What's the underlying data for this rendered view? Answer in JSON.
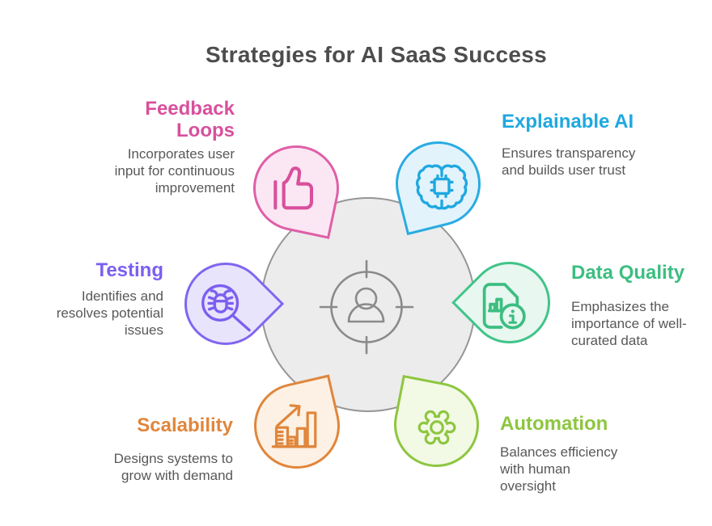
{
  "title": "Strategies for AI SaaS Success",
  "center": {
    "icon": "user-target-icon",
    "circle_fill": "#ececec",
    "circle_border": "#969696",
    "icon_color": "#8a8a8a"
  },
  "nodes": [
    {
      "id": "feedback-loops",
      "label": "Feedback\nLoops",
      "description": "Incorporates user\ninput for continuous\nimprovement",
      "icon": "thumbs-up-icon",
      "accent": "#d8509d",
      "border": "#e05fa7",
      "fill": "#fbe7f3",
      "position": "top-left"
    },
    {
      "id": "explainable-ai",
      "label": "Explainable AI",
      "description": "Ensures transparency\nand builds user trust",
      "icon": "brain-chip-icon",
      "accent": "#1fa8e0",
      "border": "#29abe2",
      "fill": "#e2f3fb",
      "position": "top-right"
    },
    {
      "id": "testing",
      "label": "Testing",
      "description": "Identifies and\nresolves potential\nissues",
      "icon": "bug-search-icon",
      "accent": "#7c5ff0",
      "border": "#8165f1",
      "fill": "#e8e4fc",
      "position": "middle-left"
    },
    {
      "id": "data-quality",
      "label": "Data Quality",
      "description": "Emphasizes the\nimportance of well-\ncurated data",
      "icon": "document-info-icon",
      "accent": "#3cbe81",
      "border": "#40c489",
      "fill": "#e8f7f0",
      "position": "middle-right"
    },
    {
      "id": "scalability",
      "label": "Scalability",
      "description": "Designs systems to\ngrow with demand",
      "icon": "growth-chart-icon",
      "accent": "#e0863c",
      "border": "#e0863c",
      "fill": "#fcf1e4",
      "position": "bottom-left"
    },
    {
      "id": "automation",
      "label": "Automation",
      "description": "Balances efficiency\nwith human\noversight",
      "icon": "gear-icon",
      "accent": "#8dc63f",
      "border": "#8dc63f",
      "fill": "#f2f9e4",
      "position": "bottom-right"
    }
  ]
}
